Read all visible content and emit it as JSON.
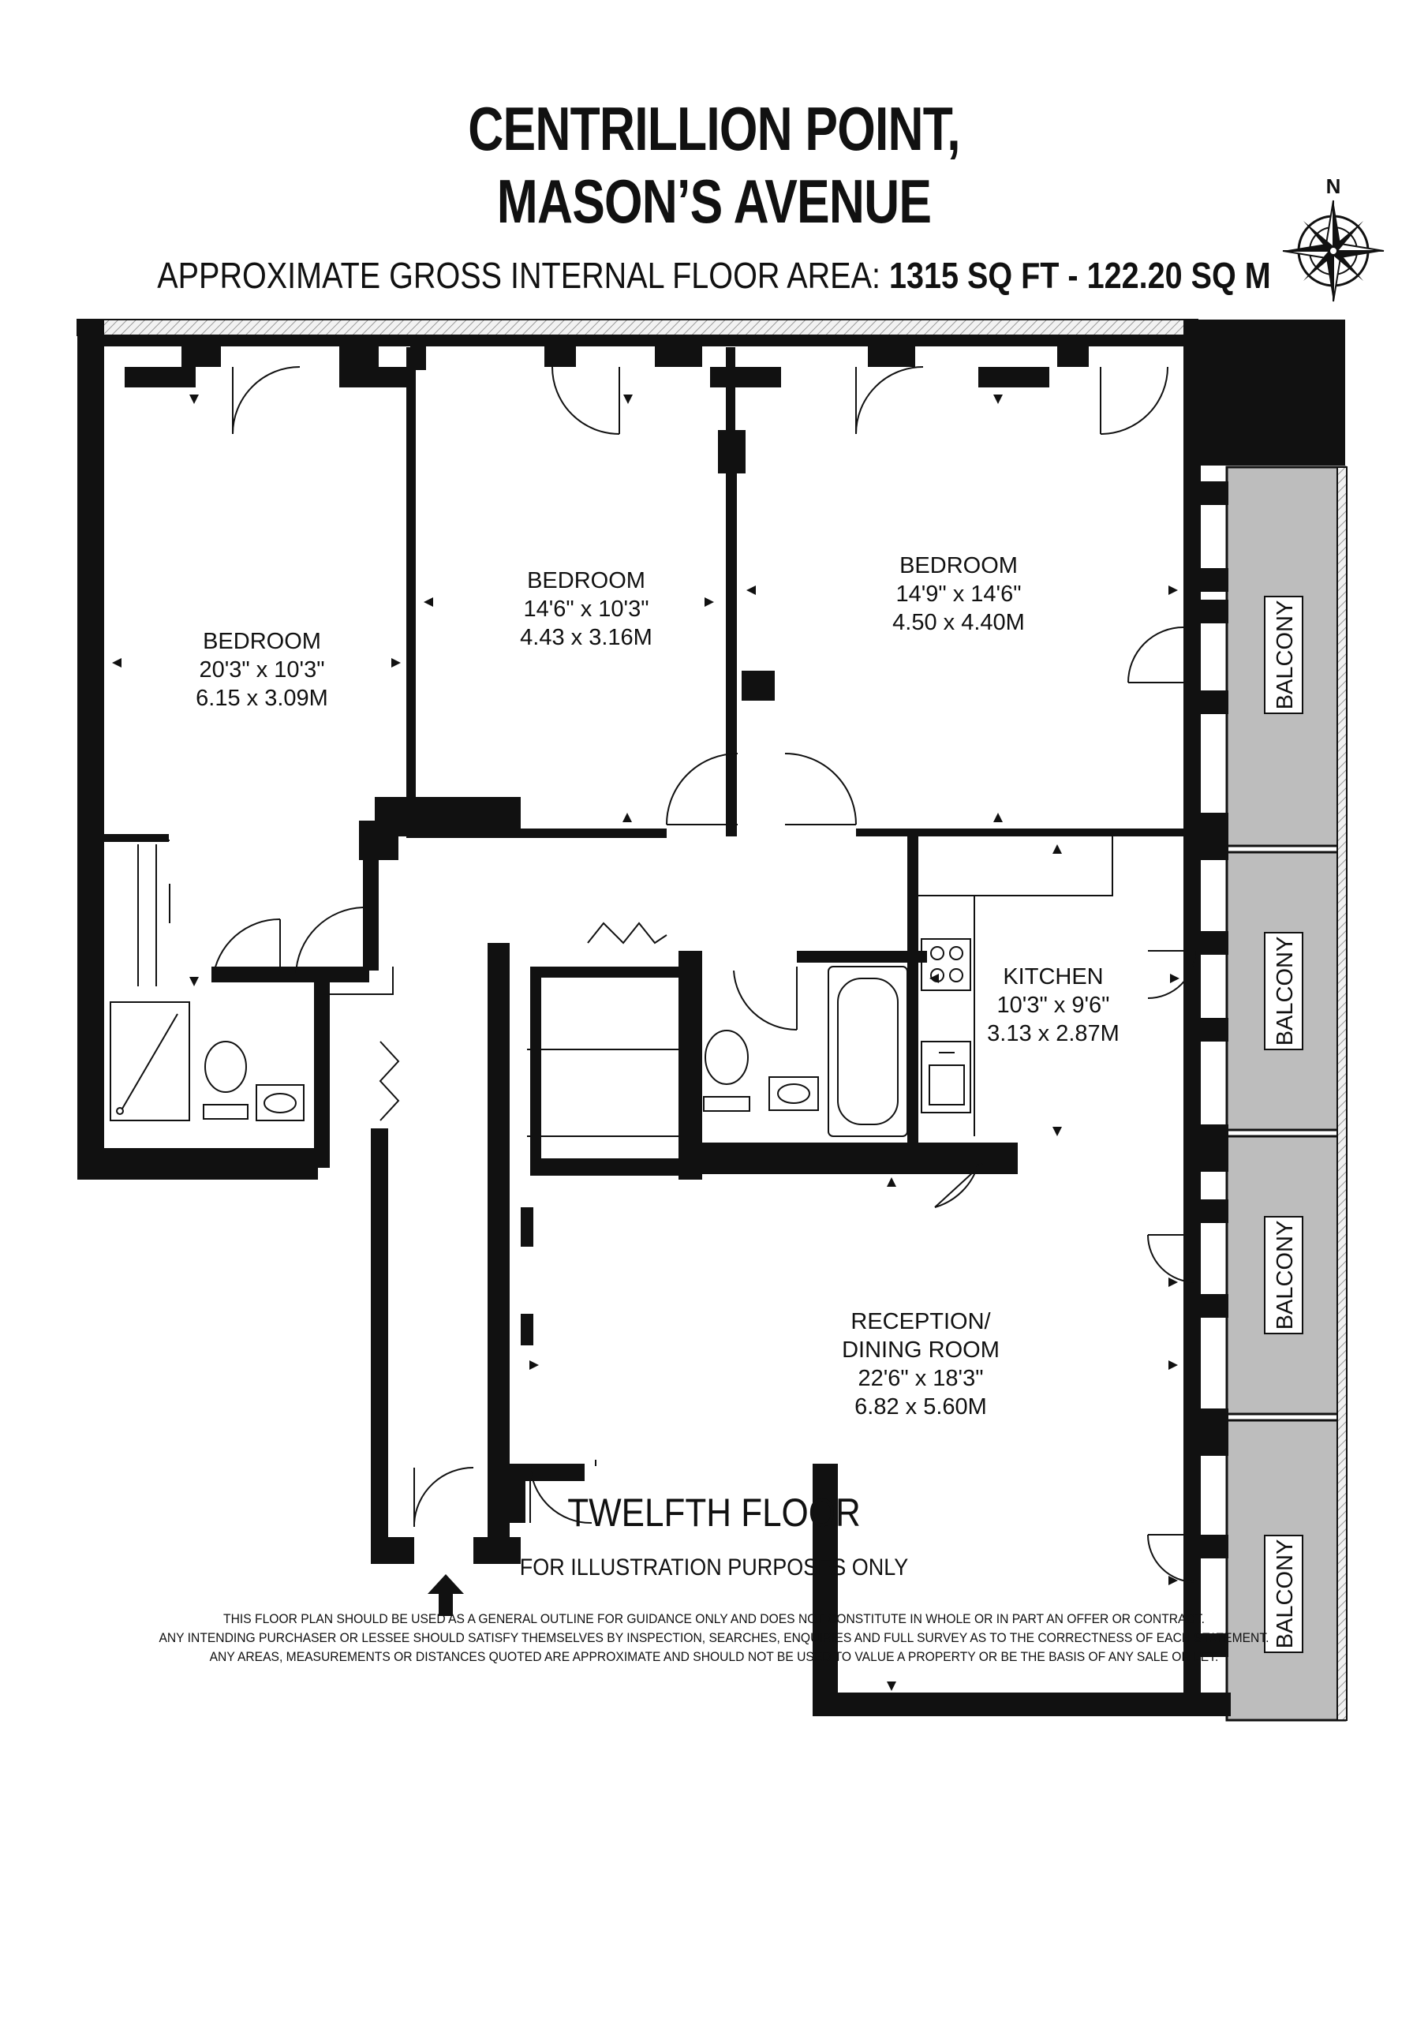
{
  "header": {
    "title_line1": "CENTRILLION POINT,",
    "title_line2": "MASON’S AVENUE",
    "area_label": "APPROXIMATE GROSS INTERNAL FLOOR AREA:",
    "area_sqft": "1315 SQ FT",
    "area_sep": "-",
    "area_sqm": "122.20 SQ M"
  },
  "compass": {
    "north_label": "N"
  },
  "rooms": [
    {
      "name": "BEDROOM",
      "imperial": "20'3\" x 10'3\"",
      "metric": "6.15 x 3.09M"
    },
    {
      "name": "BEDROOM",
      "imperial": "14'6\" x 10'3\"",
      "metric": "4.43 x 3.16M"
    },
    {
      "name": "BEDROOM",
      "imperial": "14'9\" x 14'6\"",
      "metric": "4.50 x 4.40M"
    },
    {
      "name": "KITCHEN",
      "imperial": "10'3\" x 9'6\"",
      "metric": "3.13 x 2.87M"
    },
    {
      "name_line1": "RECEPTION/",
      "name_line2": "DINING ROOM",
      "imperial": "22'6\" x 18'3\"",
      "metric": "6.82 x 5.60M"
    }
  ],
  "balconies": [
    "BALCONY",
    "BALCONY",
    "BALCONY",
    "BALCONY"
  ],
  "footer": {
    "floor_name": "TWELFTH FLOOR",
    "illustration_note": "FOR ILLUSTRATION PURPOSES ONLY",
    "disclaimer": [
      "THIS FLOOR PLAN SHOULD BE USED AS A GENERAL OUTLINE FOR GUIDANCE ONLY AND DOES NOT CONSTITUTE IN WHOLE OR IN PART AN OFFER OR CONTRACT.",
      "ANY INTENDING PURCHASER OR LESSEE SHOULD SATISFY THEMSELVES BY INSPECTION, SEARCHES, ENQUIRIES AND FULL SURVEY AS TO THE CORRECTNESS OF EACH STATEMENT.",
      "ANY AREAS, MEASUREMENTS OR DISTANCES QUOTED ARE APPROXIMATE AND SHOULD NOT BE USED TO VALUE A PROPERTY OR BE THE BASIS OF ANY SALE OR LET."
    ]
  }
}
